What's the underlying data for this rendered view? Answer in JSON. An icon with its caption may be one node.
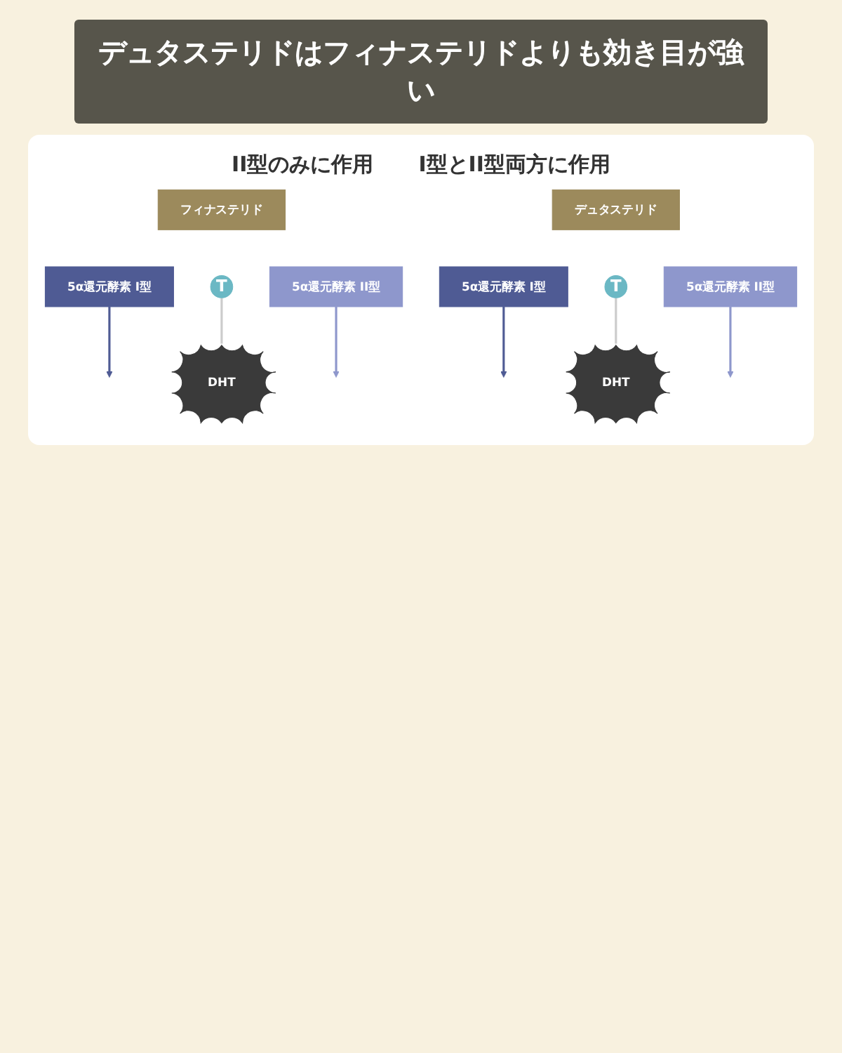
{
  "diagram": {
    "title": "デュタステリドはフィナステリドよりも効き目が強い",
    "nodes": [
      {
        "text": [
          "フィナステリド"
        ]
      },
      {
        "text": [
          "5α還元酵素 I型"
        ]
      },
      {
        "text": [
          "T"
        ]
      },
      {
        "text": [
          "DHT"
        ]
      },
      {
        "text": [
          "5α還元酵素 II型"
        ]
      },
      {
        "text": [
          "デュタステリド"
        ]
      },
      {
        "text": [
          "5α還元酵素 I型"
        ]
      },
      {
        "text": [
          "T"
        ]
      },
      {
        "text": [
          "DHT"
        ]
      },
      {
        "text": [
          "5α還元酵素 II型"
        ]
      }
    ],
    "edges": [
      {
        "from": 2,
        "to": 3,
        "arrow": "none"
      },
      {
        "from": 1,
        "to": null,
        "arrow": "to",
        "color": "#4f5b94"
      },
      {
        "from": 4,
        "to": null,
        "arrow": "to",
        "color": "#8e97cc"
      },
      {
        "from": 7,
        "to": 8,
        "arrow": "none"
      },
      {
        "from": 6,
        "to": null,
        "arrow": "to",
        "color": "#4f5b94"
      },
      {
        "from": 9,
        "to": null,
        "arrow": "to",
        "color": "#8e97cc"
      }
    ],
    "labels": [
      "II型のみに作用",
      "I型とII型両方に作用"
    ]
  }
}
